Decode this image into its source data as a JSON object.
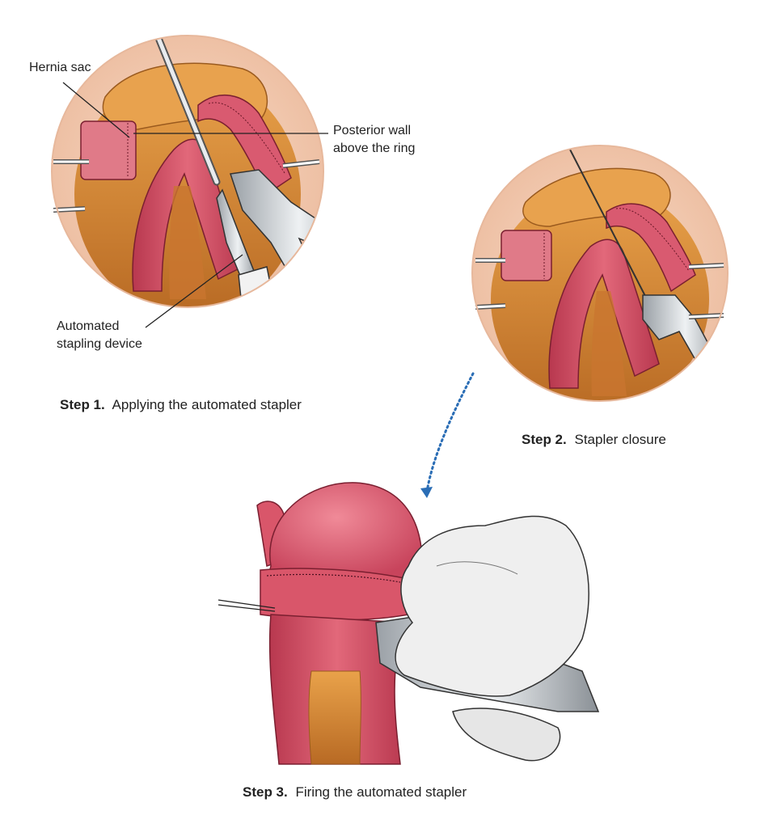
{
  "labels": {
    "hernia_sac": "Hernia sac",
    "posterior_wall_line1": "Posterior wall",
    "posterior_wall_line2": "above the ring",
    "stapler_line1": "Automated",
    "stapler_line2": "stapling device"
  },
  "captions": {
    "step1_bold": "Step 1.",
    "step1_text": "Applying the automated stapler",
    "step2_bold": "Step 2.",
    "step2_text": "Stapler closure",
    "step3_bold": "Step 3.",
    "step3_text": "Firing the automated stapler"
  },
  "colors": {
    "tissue_pink": "#d9566a",
    "tissue_dark": "#a8324a",
    "fat_orange": "#d98a3a",
    "fat_light": "#e8b060",
    "skin": "#f3d3bf",
    "metal": "#c8cdd2",
    "glove": "#eeeeee",
    "arrow_blue": "#2a6db5"
  }
}
